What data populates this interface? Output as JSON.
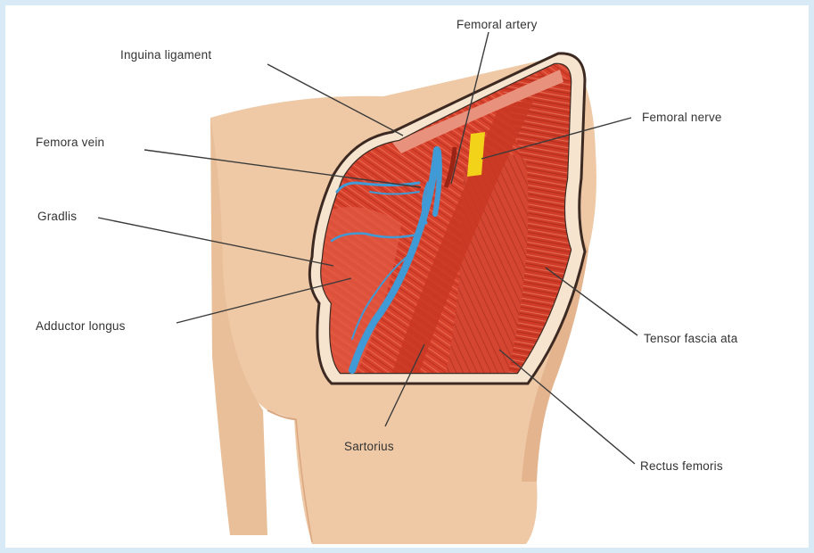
{
  "labels": {
    "femoral_artery": "Femoral artery",
    "inguinal_ligament": "Inguina ligament",
    "femoral_nerve": "Femoral nerve",
    "femoral_vein": "Femora vein",
    "gracilis": "Gradlis",
    "adductor_longus": "Adductor longus",
    "tensor_fascia_lata": "Tensor fascia ata",
    "sartorius": "Sartorius",
    "rectus_femoris": "Rectus femoris"
  },
  "colors": {
    "skin": "#efc9a6",
    "skin_shadow": "#e3b48e",
    "muscle": "#d8412c",
    "muscle_dark": "#b5301f",
    "vein": "#3f9ad6",
    "nerve": "#f3d21a",
    "fascia_border": "#3c2a22",
    "frame": "#d8eaf6"
  }
}
